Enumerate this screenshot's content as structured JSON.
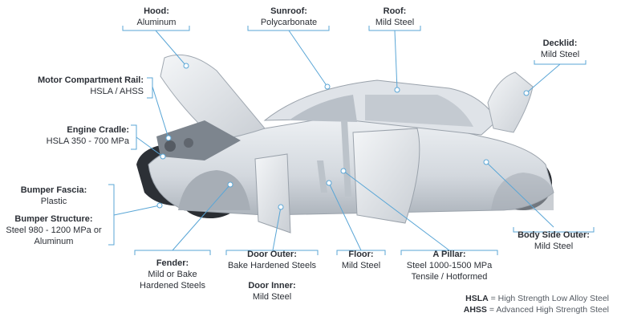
{
  "callouts": [
    {
      "id": "hood",
      "title": "Hood:",
      "value": "Aluminum"
    },
    {
      "id": "sunroof",
      "title": "Sunroof:",
      "value": "Polycarbonate"
    },
    {
      "id": "roof",
      "title": "Roof:",
      "value": "Mild Steel"
    },
    {
      "id": "decklid",
      "title": "Decklid:",
      "value": "Mild Steel"
    },
    {
      "id": "motor-rail",
      "title": "Motor Compartment Rail:",
      "value": "HSLA / AHSS"
    },
    {
      "id": "engine-cradle",
      "title": "Engine Cradle:",
      "value": "HSLA 350 - 700 MPa"
    },
    {
      "id": "bumper-fascia",
      "title": "Bumper Fascia:",
      "value": "Plastic"
    },
    {
      "id": "bumper-structure",
      "title": "Bumper Structure:",
      "value": "Steel 980 - 1200 MPa or",
      "value2": "Aluminum"
    },
    {
      "id": "fender",
      "title": "Fender:",
      "value": "Mild or Bake",
      "value2": "Hardened Steels"
    },
    {
      "id": "door-outer",
      "title": "Door Outer:",
      "value": "Bake Hardened Steels"
    },
    {
      "id": "door-inner",
      "title": "Door Inner:",
      "value": "Mild Steel"
    },
    {
      "id": "floor",
      "title": "Floor:",
      "value": "Mild Steel"
    },
    {
      "id": "a-pillar",
      "title": "A Pillar:",
      "value": "Steel 1000-1500 MPa",
      "value2": "Tensile / Hotformed"
    },
    {
      "id": "body-side-outer",
      "title": "Body Side Outer:",
      "value": "Mild Steel"
    }
  ],
  "legend": [
    {
      "abbr": "HSLA",
      "text": " = High Strength Low Alloy Steel"
    },
    {
      "abbr": "AHSS",
      "text": " = Advanced High Strength Steel"
    }
  ],
  "colors": {
    "callout_line": "#5aa6d6",
    "body": "#d4d9df",
    "body_dark": "#9aa2ab",
    "tire": "#23262b"
  }
}
